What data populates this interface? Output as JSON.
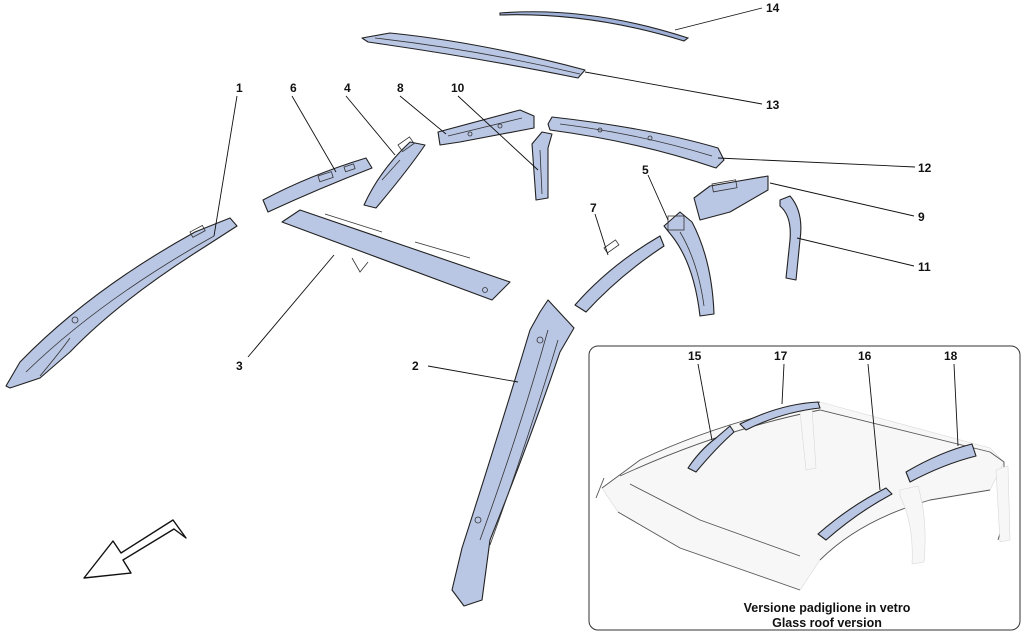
{
  "callouts": {
    "c1": "1",
    "c2": "2",
    "c3": "3",
    "c4": "4",
    "c5": "5",
    "c6": "6",
    "c7": "7",
    "c8": "8",
    "c9": "9",
    "c10": "10",
    "c11": "11",
    "c12": "12",
    "c13": "13",
    "c14": "14",
    "c15": "15",
    "c16": "16",
    "c17": "17",
    "c18": "18"
  },
  "inset": {
    "caption_it": "Versione padiglione in vetro",
    "caption_en": "Glass roof version"
  },
  "colors": {
    "part_fill": "#b9c6e4",
    "outline": "#222222",
    "background": "#ffffff"
  },
  "icons": {
    "direction_arrow": "front-direction-arrow-icon"
  }
}
